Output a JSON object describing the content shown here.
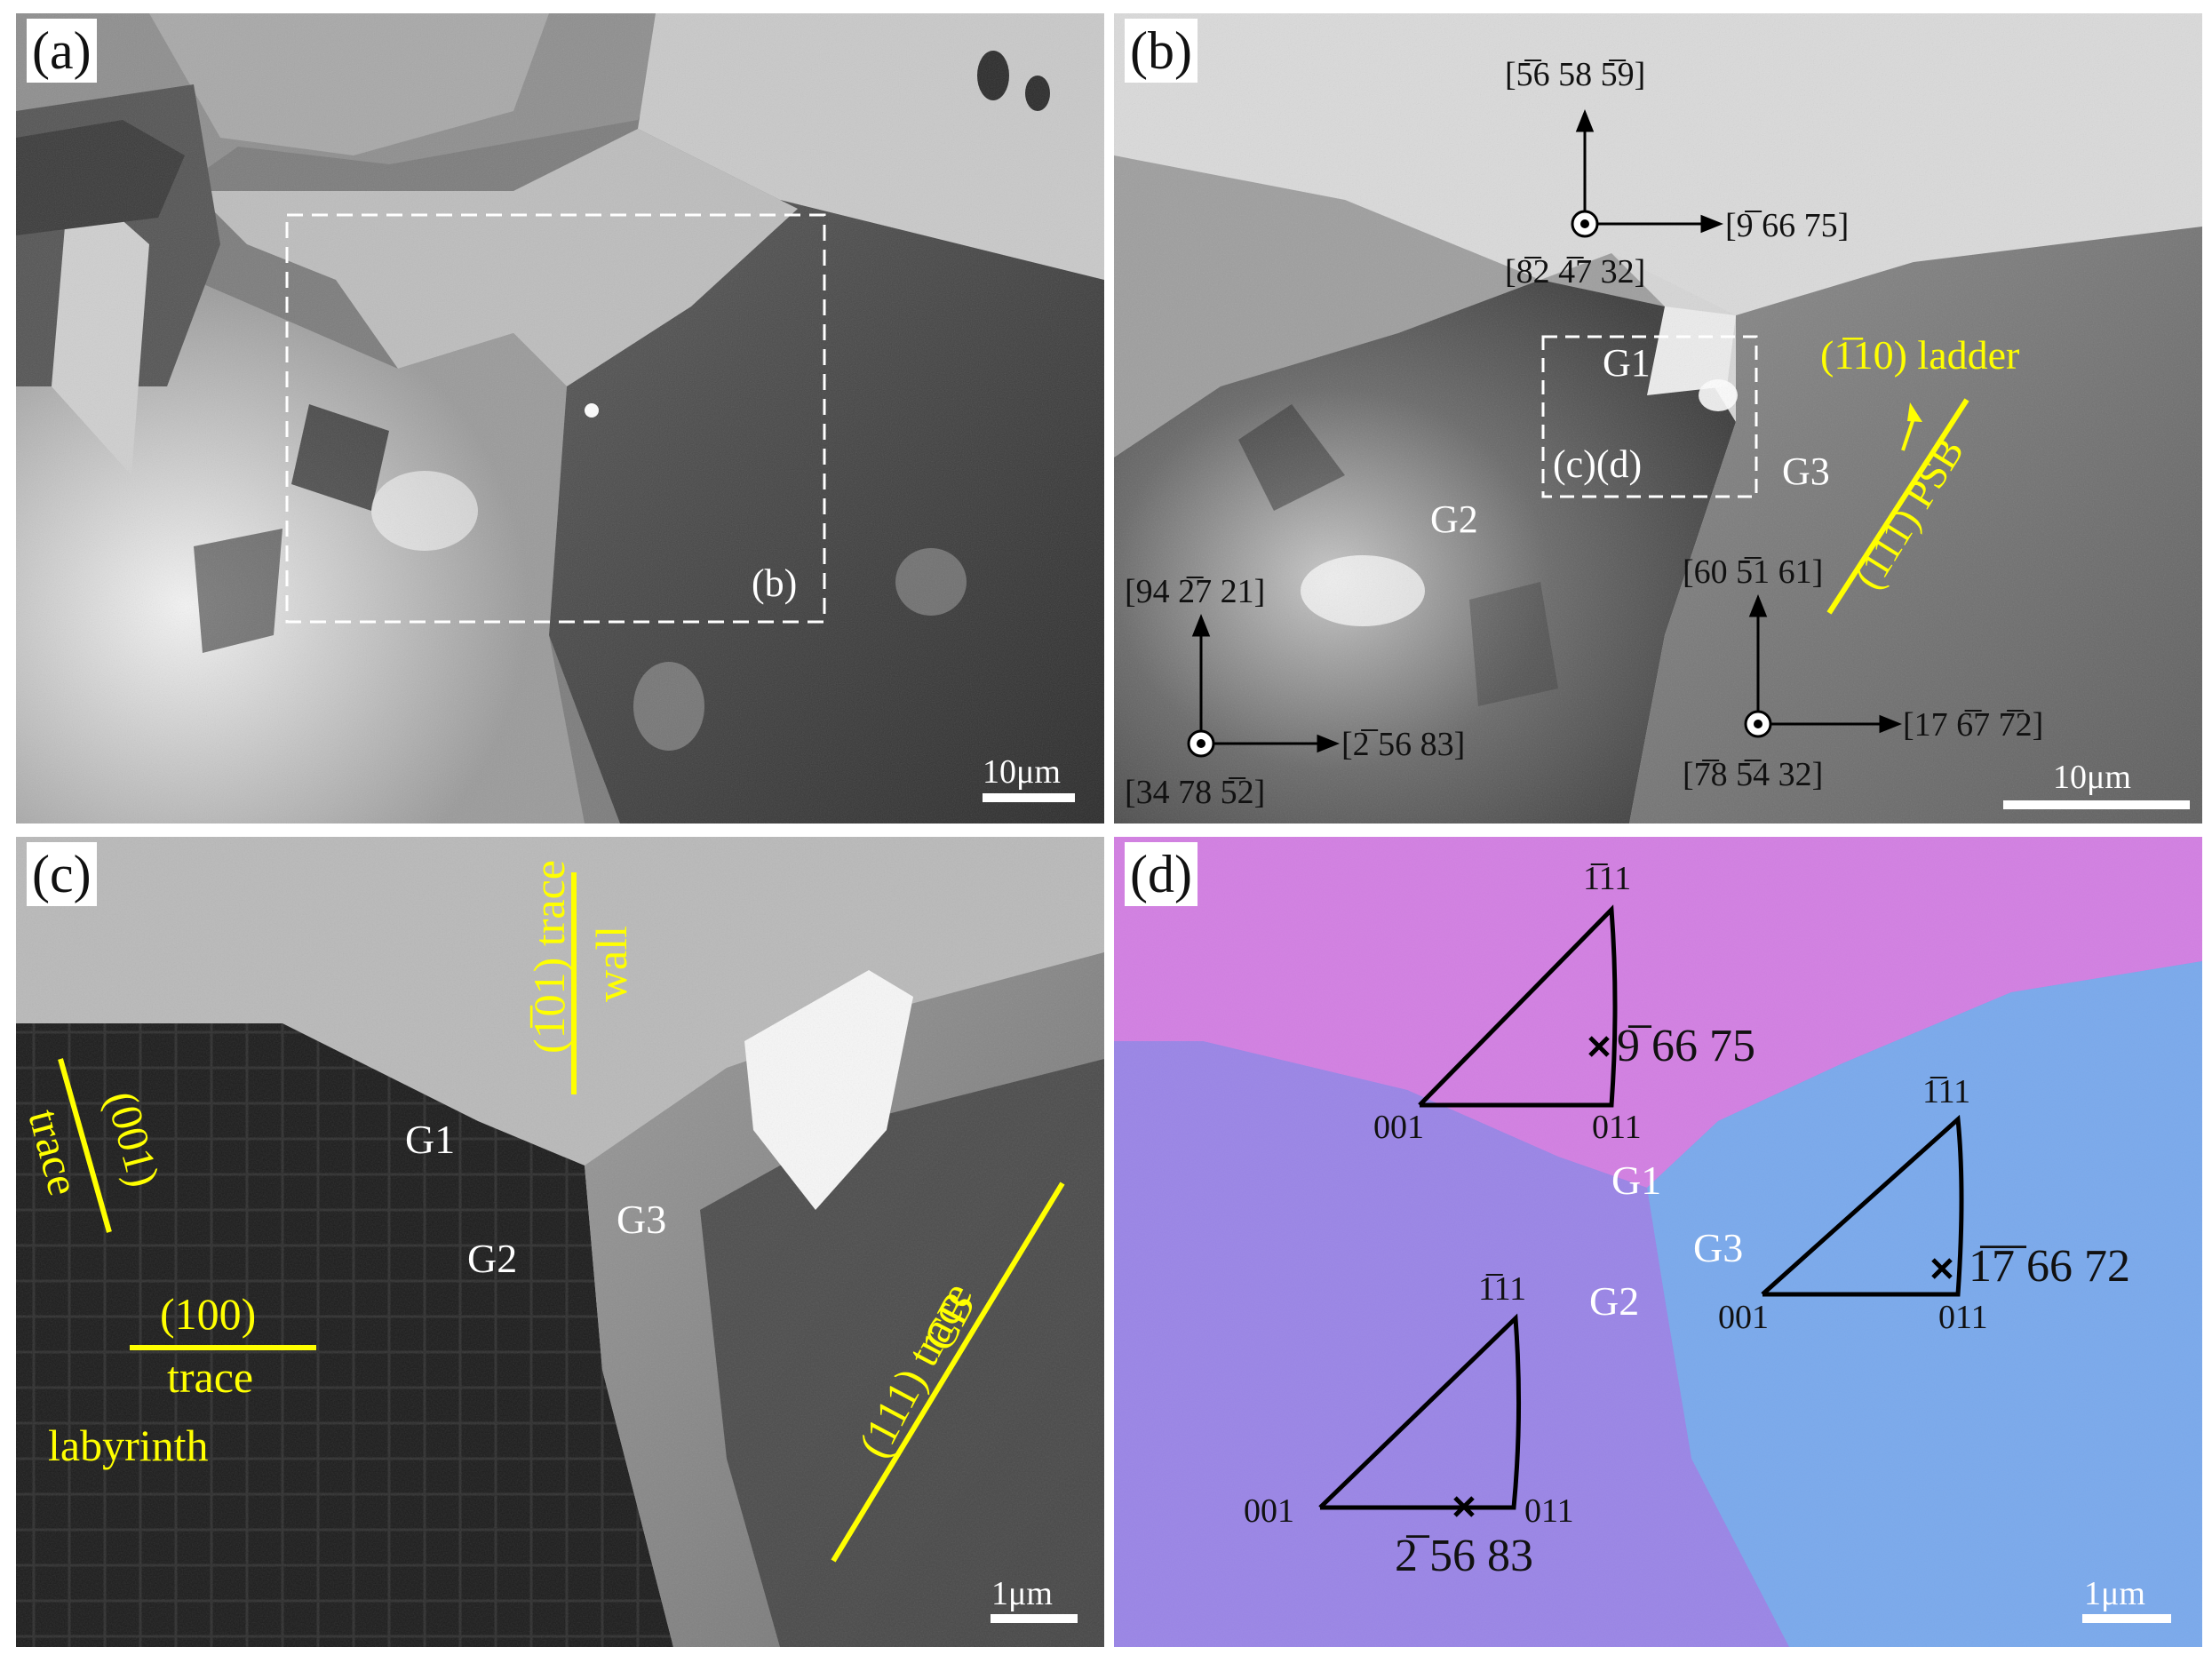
{
  "panels": {
    "a": {
      "label": "(a)",
      "inset_label": "(b)",
      "scale": "10μm"
    },
    "b": {
      "label": "(b)",
      "grains": {
        "g1": "G1",
        "g2": "G2",
        "g3": "G3"
      },
      "inset_label": "(c)(d)",
      "ladder": "(1̅10) ladder",
      "psb": "(111) PSB",
      "axes_top": {
        "up": "[5̅6 58 5̅9]",
        "right": "[9̅ 66 75]",
        "dot": "[8̅2 4̅7 32]"
      },
      "axes_left": {
        "up": "[94 2̅7 21]",
        "right": "[2̅ 56 83]",
        "dot": "[34 78 5̅2]"
      },
      "axes_right": {
        "up": "[60 5̅1 61]",
        "right": "[17 6̅7 7̅2]",
        "dot": "[7̅8 5̅4 32]"
      },
      "scale": "10μm"
    },
    "c": {
      "label": "(c)",
      "grains": {
        "g1": "G1",
        "g2": "G2",
        "g3": "G3"
      },
      "trace_101": "(1̅01) trace",
      "wall": "wall",
      "trace_001_a": "(001)",
      "trace_001_b": "trace",
      "trace_100_a": "(100)",
      "trace_100_b": "trace",
      "labyrinth": "labyrinth",
      "trace_111": "(111) trace",
      "cb": "CB",
      "scale": "1μm"
    },
    "d": {
      "label": "(d)",
      "grains": {
        "g1": "G1",
        "g2": "G2",
        "g3": "G3"
      },
      "tri1": {
        "top": "1̅11",
        "left": "001",
        "right": "011",
        "dir": "9̅ 66 75"
      },
      "tri2": {
        "top": "1̅11",
        "left": "001",
        "right": "011",
        "dir": "1̅7̅ 66 72"
      },
      "tri3": {
        "top": "1̅11",
        "left": "001",
        "right": "011",
        "dir": "2̅ 56 83"
      },
      "scale": "1μm"
    }
  },
  "colors": {
    "annotation_yellow": "#ffff00",
    "g1_ipf_magenta": "#d27fe2",
    "g2_ipf_violet": "#9a85e6",
    "g3_ipf_blue": "#7aa9ec"
  }
}
